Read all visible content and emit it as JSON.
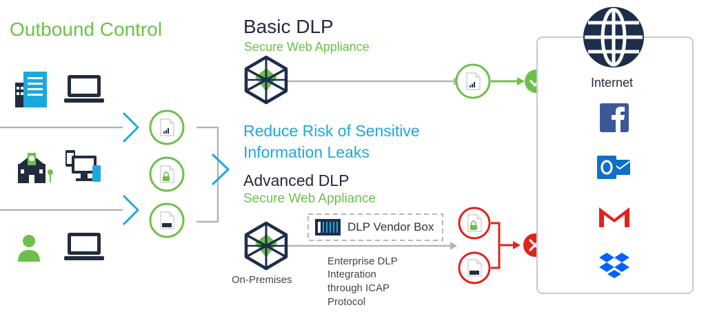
{
  "colors": {
    "green": "#6cc04a",
    "cyan": "#1ba9dd",
    "red": "#e2231a",
    "navy": "#1d2d4b",
    "gray": "#b4b4b4",
    "dark": "#222c3c",
    "facebook": "#3b5998",
    "outlook": "#0f70c6",
    "dropbox": "#0061fe"
  },
  "section_title": "Outbound Control",
  "basic": {
    "title": "Basic DLP",
    "subtitle": "Secure Web Appliance"
  },
  "tagline": {
    "line1": "Reduce Risk of Sensitive",
    "line2": "Information Leaks"
  },
  "advanced": {
    "title": "Advanced DLP",
    "subtitle": "Secure Web Appliance",
    "on_premises": "On-Premises",
    "vendor_box": "DLP Vendor Box",
    "integration": [
      "Enterprise DLP",
      "Integration",
      "through ICAP",
      "Protocol"
    ]
  },
  "internet": {
    "label": "Internet",
    "services": [
      "facebook-icon",
      "outlook-icon",
      "gmail-icon",
      "dropbox-icon"
    ]
  },
  "icons": {
    "users": [
      "office-building-icon",
      "laptop-icon",
      "school-building-icon",
      "devices-icon",
      "person-icon",
      "laptop-icon"
    ],
    "documents": [
      "chart-document-icon",
      "locked-document-icon",
      "doc-document-icon"
    ],
    "status": [
      "check-icon",
      "block-icon"
    ],
    "appliance": "web-appliance-icon",
    "globe": "globe-icon"
  }
}
